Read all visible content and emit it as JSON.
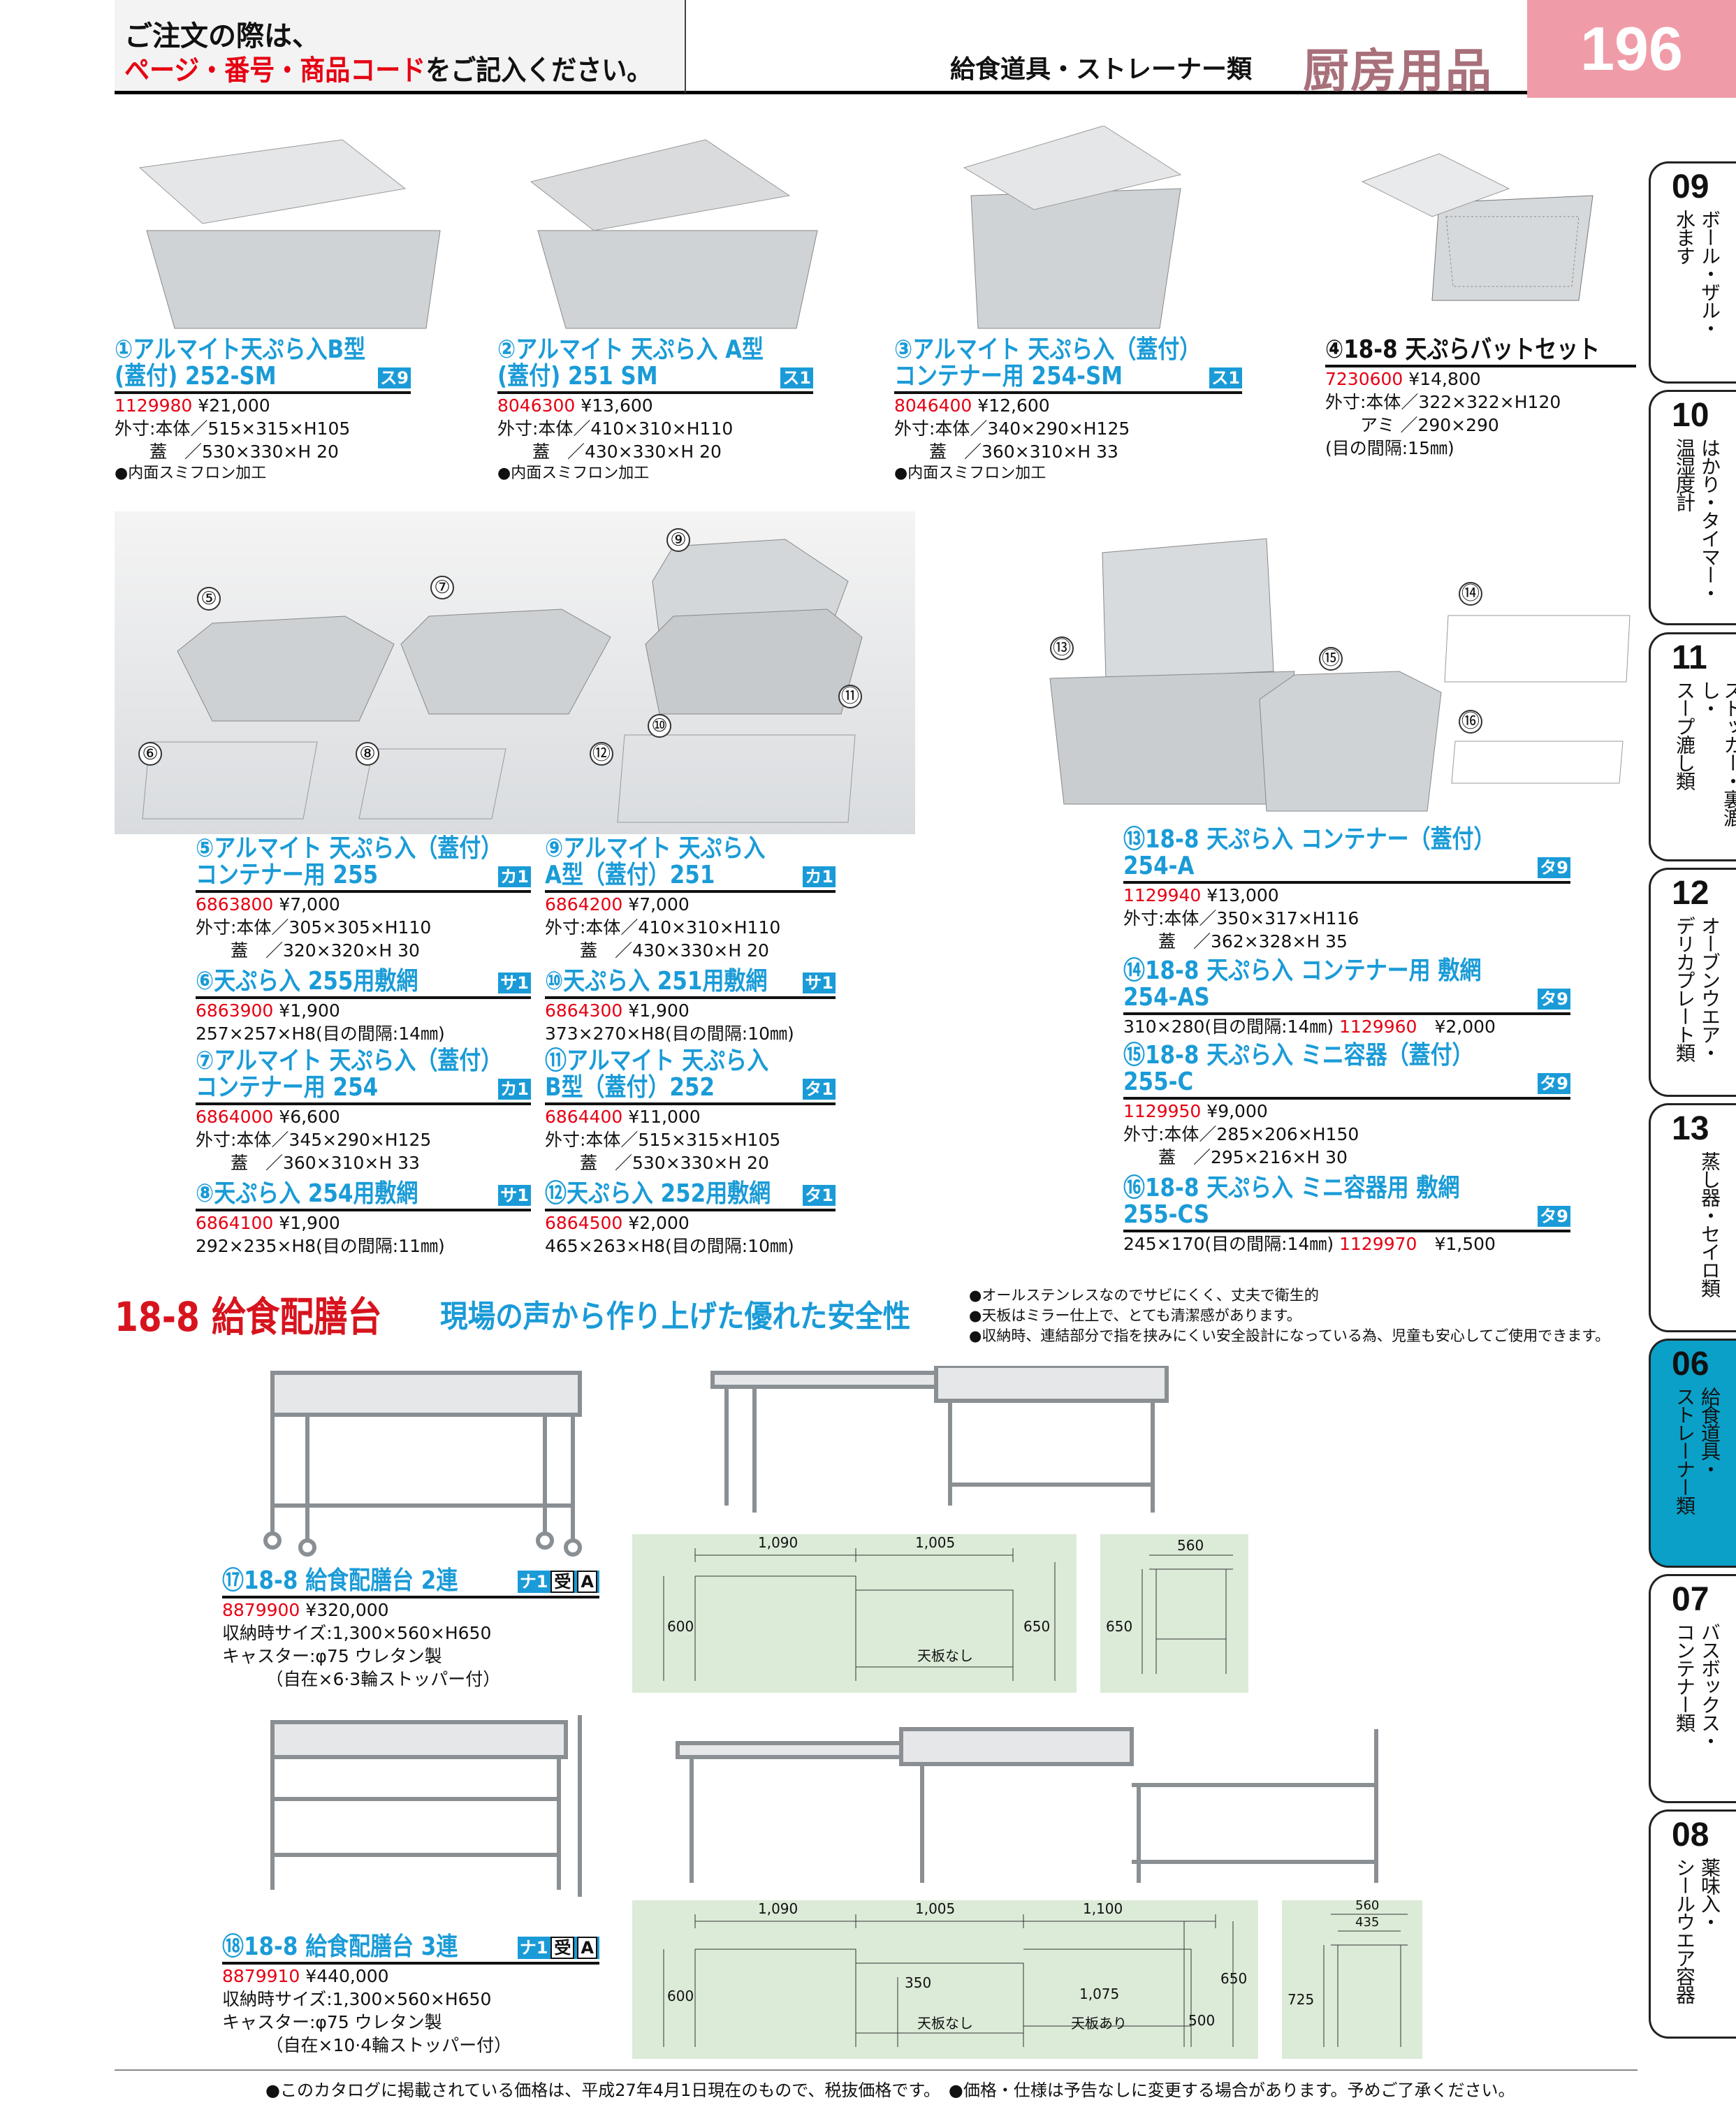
{
  "header": {
    "note_line1": "ご注文の際は、",
    "note_red": "ページ・番号・商品コード",
    "note_rest": "をご記入ください。",
    "category": "給食道具・ストレーナー類",
    "title": "厨房用品",
    "page_number": "196"
  },
  "products": [
    {
      "id": "p1",
      "title": [
        "①アルマイト天ぷら入B型",
        "(蓋付) 252-SM"
      ],
      "badge": "ス9",
      "code": "1129980",
      "price": "¥21,000",
      "specs": [
        "外寸:本体／515×315×H105",
        "　　蓋　／530×330×H  20"
      ],
      "note": "●内面スミフロン加工"
    },
    {
      "id": "p2",
      "title": [
        "②アルマイト 天ぷら入 A型",
        "(蓋付) 251 SM"
      ],
      "badge": "ス1",
      "code": "8046300",
      "price": "¥13,600",
      "specs": [
        "外寸:本体／410×310×H110",
        "　　蓋　／430×330×H  20"
      ],
      "note": "●内面スミフロン加工"
    },
    {
      "id": "p3",
      "title": [
        "③アルマイト 天ぷら入（蓋付）",
        "コンテナー用 254-SM"
      ],
      "badge": "ス1",
      "code": "8046400",
      "price": "¥12,600",
      "specs": [
        "外寸:本体／340×290×H125",
        "　　蓋　／360×310×H  33"
      ],
      "note": "●内面スミフロン加工"
    },
    {
      "id": "p4",
      "title": [
        "④18-8 天ぷらバットセット"
      ],
      "badge": "",
      "code": "7230600",
      "price": "¥14,800",
      "specs": [
        "外寸:本体／322×322×H120",
        "　　アミ ／290×290",
        "(目の間隔:15㎜)"
      ],
      "black": true
    },
    {
      "id": "p5",
      "title": [
        "⑤アルマイト 天ぷら入（蓋付）",
        "コンテナー用 255"
      ],
      "badge": "カ1",
      "code": "6863800",
      "price": "¥7,000",
      "specs": [
        "外寸:本体／305×305×H110",
        "　　蓋　／320×320×H  30"
      ]
    },
    {
      "id": "p6",
      "title": [
        "⑥天ぷら入 255用敷網"
      ],
      "badge": "サ1",
      "code": "6863900",
      "price": "¥1,900",
      "specs": [
        "257×257×H8(目の間隔:14㎜)"
      ]
    },
    {
      "id": "p7",
      "title": [
        "⑦アルマイト 天ぷら入（蓋付）",
        "コンテナー用 254"
      ],
      "badge": "カ1",
      "code": "6864000",
      "price": "¥6,600",
      "specs": [
        "外寸:本体／345×290×H125",
        "　　蓋　／360×310×H  33"
      ]
    },
    {
      "id": "p8",
      "title": [
        "⑧天ぷら入 254用敷網"
      ],
      "badge": "サ1",
      "code": "6864100",
      "price": "¥1,900",
      "specs": [
        "292×235×H8(目の間隔:11㎜)"
      ]
    },
    {
      "id": "p9",
      "title": [
        "⑨アルマイト 天ぷら入",
        "A型（蓋付）251"
      ],
      "badge": "カ1",
      "code": "6864200",
      "price": "¥7,000",
      "specs": [
        "外寸:本体／410×310×H110",
        "　　蓋　／430×330×H  20"
      ]
    },
    {
      "id": "p10",
      "title": [
        "⑩天ぷら入 251用敷網"
      ],
      "badge": "サ1",
      "code": "6864300",
      "price": "¥1,900",
      "specs": [
        "373×270×H8(目の間隔:10㎜)"
      ]
    },
    {
      "id": "p11",
      "title": [
        "⑪アルマイト 天ぷら入",
        "B型（蓋付）252"
      ],
      "badge": "タ1",
      "code": "6864400",
      "price": "¥11,000",
      "specs": [
        "外寸:本体／515×315×H105",
        "　　蓋　／530×330×H  20"
      ]
    },
    {
      "id": "p12",
      "title": [
        "⑫天ぷら入 252用敷網"
      ],
      "badge": "タ1",
      "code": "6864500",
      "price": "¥2,000",
      "specs": [
        "465×263×H8(目の間隔:10㎜)"
      ]
    },
    {
      "id": "p13",
      "title": [
        "⑬18-8 天ぷら入 コンテナー（蓋付）",
        "254-A"
      ],
      "badge": "タ9",
      "code": "1129940",
      "price": "¥13,000",
      "specs": [
        "外寸:本体／350×317×H116",
        "　　蓋　／362×328×H  35"
      ]
    },
    {
      "id": "p14",
      "title": [
        "⑭18-8 天ぷら入 コンテナー用 敷網",
        "254-AS"
      ],
      "badge": "タ9",
      "inline_spec": "310×280(目の間隔:14㎜)",
      "code": "1129960",
      "price": "¥2,000",
      "specs": []
    },
    {
      "id": "p15",
      "title": [
        "⑮18-8 天ぷら入 ミニ容器（蓋付）",
        "255-C"
      ],
      "badge": "タ9",
      "code": "1129950",
      "price": "¥9,000",
      "specs": [
        "外寸:本体／285×206×H150",
        "　　蓋　／295×216×H  30"
      ]
    },
    {
      "id": "p16",
      "title": [
        "⑯18-8 天ぷら入 ミニ容器用 敷網",
        "255-CS"
      ],
      "badge": "タ9",
      "inline_spec": "245×170(目の間隔:14㎜)",
      "code": "1129970",
      "price": "¥1,500",
      "specs": []
    },
    {
      "id": "p17",
      "title": [
        "⑰18-8 給食配膳台 2連"
      ],
      "badge": "ナ1",
      "icons": [
        "受",
        "A"
      ],
      "code": "8879900",
      "price": "¥320,000",
      "specs": [
        "収納時サイズ:1,300×560×H650",
        "キャスター:φ75 ウレタン製",
        "　　　（自在×6·3輪ストッパー付）"
      ],
      "noline": true
    },
    {
      "id": "p18",
      "title": [
        "⑱18-8 給食配膳台 3連"
      ],
      "badge": "ナ1",
      "icons": [
        "受",
        "A"
      ],
      "code": "8879910",
      "price": "¥440,000",
      "specs": [
        "収納時サイズ:1,300×560×H650",
        "キャスター:φ75 ウレタン製",
        "　　　（自在×10·4輪ストッパー付）"
      ],
      "noline": true
    }
  ],
  "callouts_photo1": [
    "⑤",
    "⑦",
    "⑨",
    "⑥",
    "⑧",
    "⑫",
    "⑩",
    "⑪"
  ],
  "callouts_photo2": [
    "⑬",
    "⑭",
    "⑮",
    "⑯"
  ],
  "section": {
    "title": "18-8 給食配膳台",
    "subtitle": "現場の声から作り上げた優れた安全性",
    "bullets": [
      "●オールステンレスなのでサビにくく、丈夫で衛生的",
      "●天板はミラー仕上で、とても清潔感があります。",
      "●収納時、連結部分で指を挟みにくい安全設計になっている為、児童も安心してご使用できます。"
    ]
  },
  "diagrams": {
    "d2_front": {
      "w1": "1,090",
      "w2": "1,005",
      "h1": "600",
      "h2": "650",
      "note": "天板なし"
    },
    "d2_side": {
      "w": "560",
      "h": "650"
    },
    "d3_front": {
      "w1": "1,090",
      "w2": "1,005",
      "w3": "1,100",
      "h1": "600",
      "h2": "350",
      "w4": "1,075",
      "note1": "天板なし",
      "note2": "天板あり",
      "h3": "500",
      "h4": "650"
    },
    "d3_side": {
      "w1": "560",
      "w2": "435",
      "h": "725"
    }
  },
  "tabs": [
    {
      "num": "09",
      "a": "ボール・ザル・",
      "b": "水ます"
    },
    {
      "num": "10",
      "a": "はかり・タイマー・",
      "b": "温湿度計"
    },
    {
      "num": "11",
      "a": "ストッカー・裏漉し・",
      "b": "スープ漉し類"
    },
    {
      "num": "12",
      "a": "オーブンウエア・",
      "b": "デリカプレート類"
    },
    {
      "num": "13",
      "a": "蒸し器・セイロ類",
      "b": ""
    },
    {
      "num": "06",
      "a": "給食道具・",
      "b": "ストレーナー類",
      "active": true
    },
    {
      "num": "07",
      "a": "バスボックス・",
      "b": "コンテナー類"
    },
    {
      "num": "08",
      "a": "薬味入・",
      "b": "シールウエア容器"
    }
  ],
  "footer": "●このカタログに掲載されている価格は、平成27年4月1日現在のもので、税抜価格です。　●価格・仕様は予告なしに変更する場合があります。予めご了承ください。",
  "colors": {
    "accent_blue": "#1a9bd7",
    "code_red": "#e60012",
    "page_pink": "#f09ca8",
    "tab_active": "#0aa0c8"
  }
}
